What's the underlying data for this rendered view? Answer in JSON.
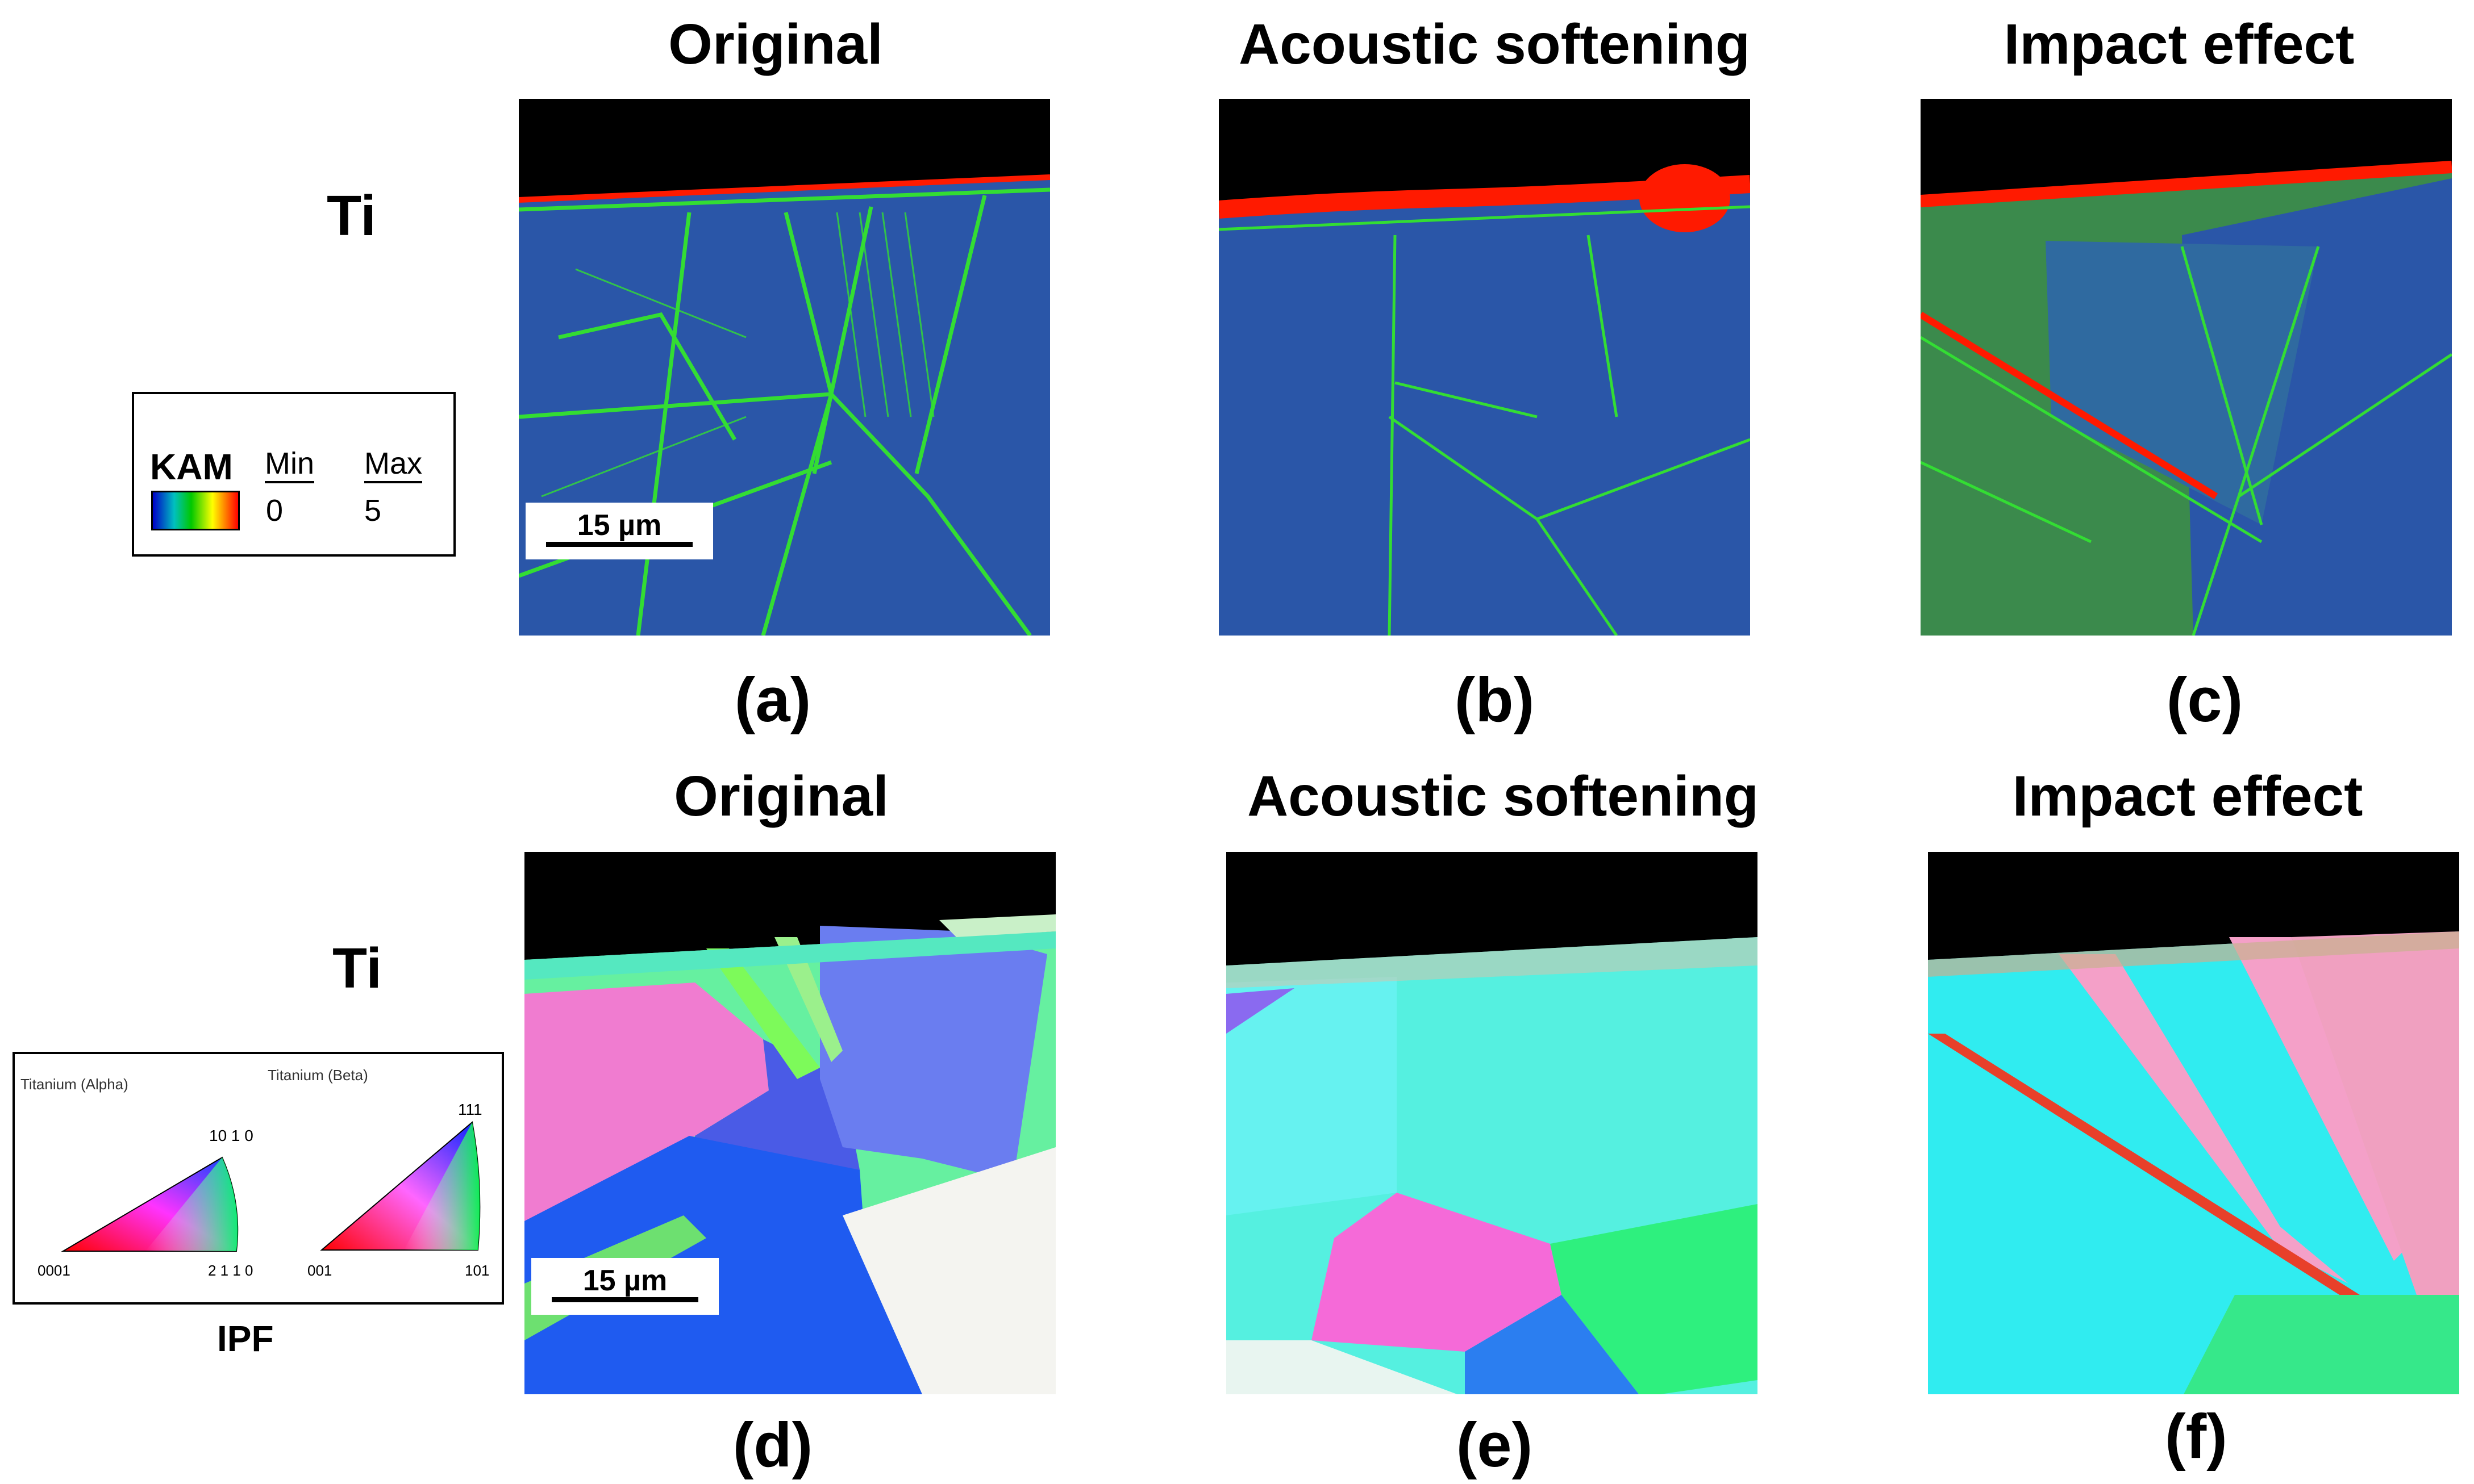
{
  "columns": [
    "Original",
    "Acoustic softening",
    "Impact effect"
  ],
  "row_label": "Ti",
  "panel_labels": [
    "(a)",
    "(b)",
    "(c)",
    "(d)",
    "(e)",
    "(f)"
  ],
  "scale_bar": "15 µm",
  "kam_legend": {
    "title": "KAM",
    "min_label": "Min",
    "min_value": "0",
    "max_label": "Max",
    "max_value": "5",
    "gradient_colors": [
      "#0000c8",
      "#00c800",
      "#ffff00",
      "#ff0000"
    ]
  },
  "ipf_legend": {
    "alpha_title": "Titanium (Alpha)",
    "beta_title": "Titanium (Beta)",
    "alpha_top": "10 1 0",
    "alpha_left": "0001",
    "alpha_right": "2 1 1 0",
    "beta_top": "111",
    "beta_left": "001",
    "beta_right": "101",
    "caption": "IPF"
  },
  "colors": {
    "kam_base": "#2a56a8",
    "kam_boundary": "#33dd33",
    "kam_high": "#ff1a00"
  }
}
